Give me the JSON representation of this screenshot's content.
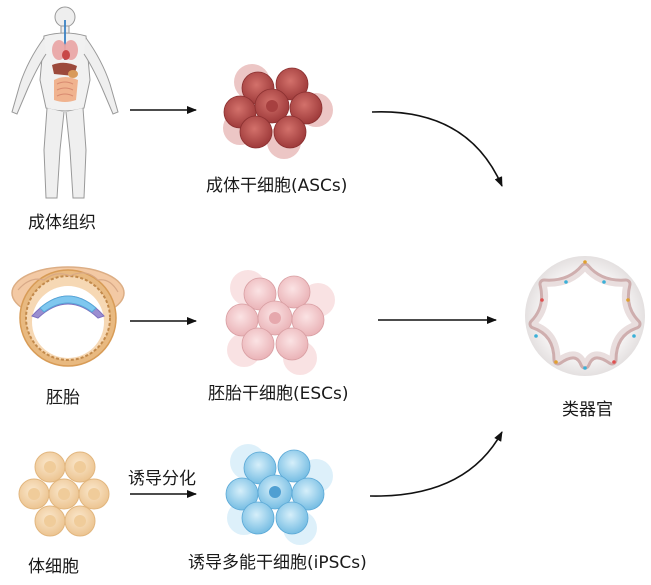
{
  "sources": {
    "adult_tissue": "成体组织",
    "embryo": "胚胎",
    "somatic_cells": "体细胞"
  },
  "stem_cells": {
    "asc": "成体干细胞(ASCs)",
    "esc": "胚胎干细胞(ESCs)",
    "ipsc": "诱导多能干细胞(iPSCs)"
  },
  "process_label": "诱导分化",
  "result": "类器官",
  "colors": {
    "asc_cluster": "#b34a48",
    "esc_cluster": "#f0c2c4",
    "ipsc_cluster": "#8ccbeb",
    "somatic_cells": "#f2d3a8",
    "arrow": "#111111"
  }
}
